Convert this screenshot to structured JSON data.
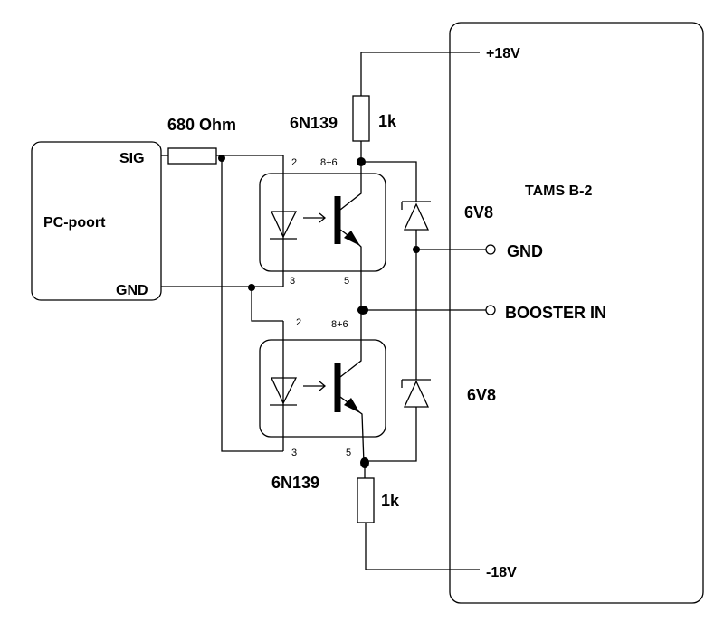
{
  "labels": {
    "pc_port": "PC-poort",
    "sig": "SIG",
    "gnd_left": "GND",
    "resistor_680": "680 Ohm",
    "opto_top": "6N139",
    "opto_bottom": "6N139",
    "r1k_top": "1k",
    "r1k_bottom": "1k",
    "zener_top": "6V8",
    "zener_bottom": "6V8",
    "tams": "TAMS B-2",
    "plus18": "+18V",
    "minus18": "-18V",
    "gnd_right": "GND",
    "booster_in": "BOOSTER IN"
  },
  "pins": {
    "top_pin2": "2",
    "top_pin86": "8+6",
    "top_pin3": "3",
    "top_pin5": "5",
    "bot_pin2": "2",
    "bot_pin86": "8+6",
    "bot_pin3": "3",
    "bot_pin5": "5"
  }
}
